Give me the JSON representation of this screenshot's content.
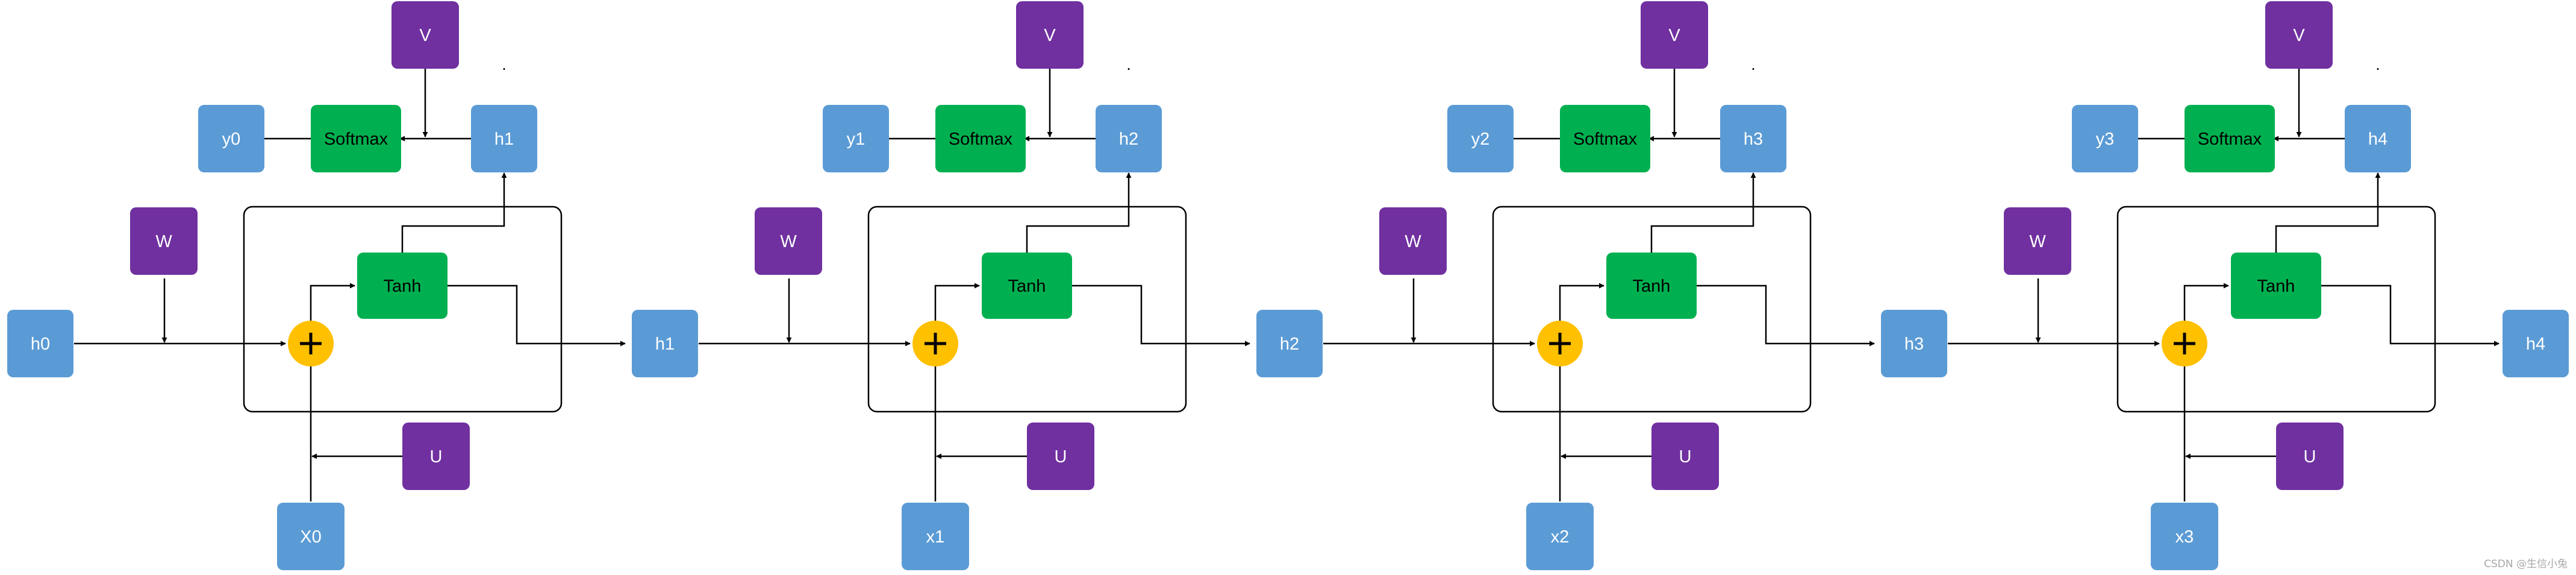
{
  "colors": {
    "hidden": "#5b9bd5",
    "weight": "#7030a0",
    "op": "#00b050",
    "plus": "#ffc000",
    "line": "#000000",
    "text": "#ffffff",
    "op_text": "#000000"
  },
  "labels": {
    "softmax": "Softmax",
    "tanh": "Tanh",
    "w": "W",
    "u": "U",
    "v": "V",
    "plus": "+"
  },
  "steps": [
    {
      "h_in": "h0",
      "h_out": "h1",
      "x": "X0",
      "y": "y0"
    },
    {
      "h_in": "h1",
      "h_out": "h2",
      "x": "x1",
      "y": "y1"
    },
    {
      "h_in": "h2",
      "h_out": "h3",
      "x": "x2",
      "y": "y2"
    },
    {
      "h_in": "h3",
      "h_out": "h4",
      "x": "x3",
      "y": "y3"
    }
  ],
  "final_hidden": "h4",
  "watermark": "CSDN @生信小兔"
}
